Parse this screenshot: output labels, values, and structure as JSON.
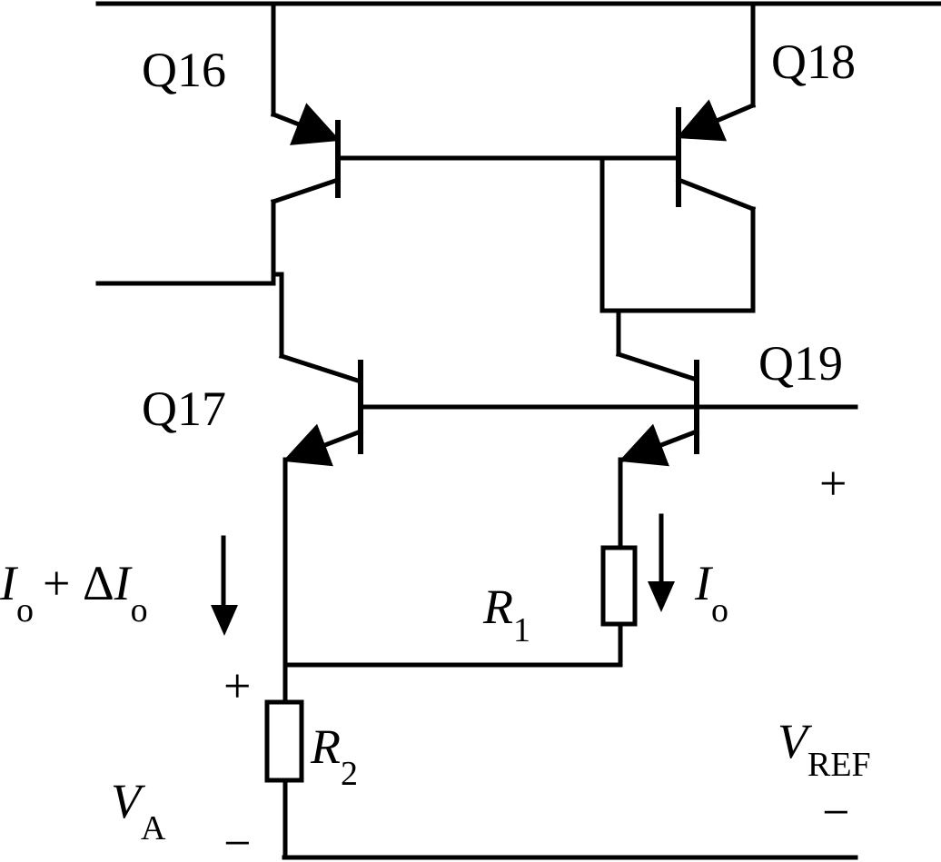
{
  "transistors": {
    "q16": "Q16",
    "q17": "Q17",
    "q18": "Q18",
    "q19": "Q19"
  },
  "resistors": {
    "r1": {
      "symbol": "R",
      "subscript": "1"
    },
    "r2": {
      "symbol": "R",
      "subscript": "2"
    }
  },
  "currents": {
    "left": {
      "part1": "I",
      "sub1": "o",
      "plus": "+ Δ",
      "part2": "I",
      "sub2": "o"
    },
    "right": {
      "symbol": "I",
      "subscript": "o"
    }
  },
  "voltages": {
    "va": {
      "symbol": "V",
      "subscript": "A",
      "plus": "+",
      "minus": "−"
    },
    "vref": {
      "symbol": "V",
      "subscript": "REF",
      "plus": "+",
      "minus": "−"
    }
  }
}
